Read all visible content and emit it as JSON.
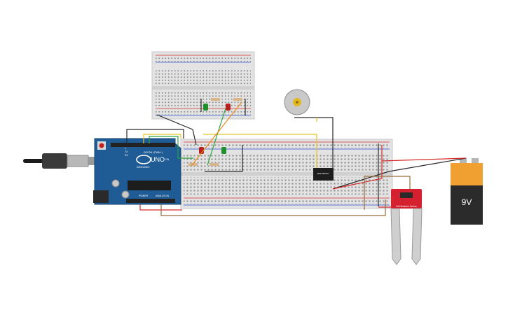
{
  "canvas": {
    "background": "#ffffff"
  },
  "arduino": {
    "name_label": "UNO",
    "brand_label": "ARDUINO",
    "digital_label": "DIGITAL (PWM~)",
    "power_label": "POWER",
    "analog_label": "ANALOG IN",
    "on_label": "ON",
    "tx_label": "TX",
    "rx_label": "RX",
    "l_label": "L",
    "board_color": "#1f5c96"
  },
  "battery": {
    "label": "9V",
    "body_color": "#2b2b2b",
    "band_color": "#f0a030"
  },
  "relay": {
    "label": "SRD-05VDC"
  },
  "sensor": {
    "label": "Soil Moisture Sensor",
    "color": "#d5202f"
  },
  "motor": {
    "shape": "dc-motor"
  },
  "usb": {
    "shape": "usb-cable"
  },
  "wire_colors": {
    "red": "#d42b2b",
    "black": "#2a2a2a",
    "yellow": "#e7c81e",
    "green": "#2aa33c",
    "orange": "#ee8a1e",
    "brown": "#9a6b3b"
  },
  "led_colors": {
    "red": "#b82020",
    "green": "#1f8f2a"
  }
}
